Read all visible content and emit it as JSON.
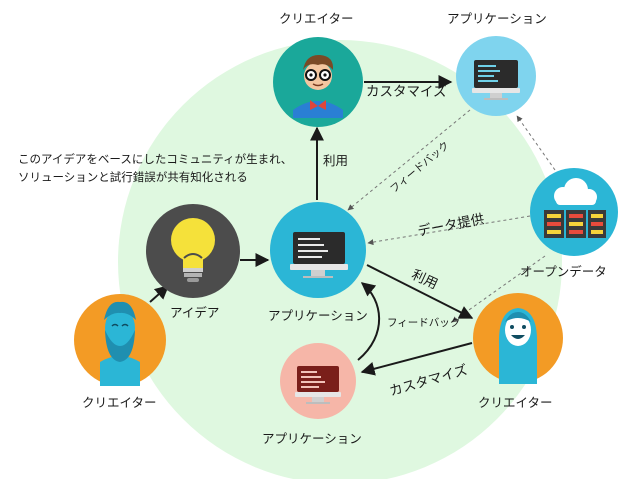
{
  "nodes": {
    "top_creator_label": "クリエイター",
    "top_app_label": "アプリケーション",
    "idea_label": "アイデア",
    "center_app_label": "アプリケーション",
    "left_creator_label": "クリエイター",
    "right_creator_label": "クリエイター",
    "bottom_app_label": "アプリケーション",
    "open_data_label": "オープンデータ"
  },
  "edges": {
    "top_customize": "カスタマイズ",
    "top_feedback": "フィードバック",
    "use_up": "利用",
    "data_provide": "データ提供",
    "use_right": "利用",
    "bottom_feedback": "フィードバック",
    "bottom_customize": "カスタマイズ"
  },
  "description": {
    "line1": "このアイデアをベースにしたコミュニティが生まれ、",
    "line2": "ソリューションと試行錯誤が共有知化される"
  },
  "colors": {
    "community_circle": "#dff8e0",
    "creator_teal": "#1aa89a",
    "app_blue": "#2bb6d6",
    "app_light_blue": "#7fd4ee",
    "idea_dark": "#4c4c4c",
    "bulb_yellow": "#f5e13a",
    "creator_orange": "#f39b25",
    "app_salmon": "#f6b6a8",
    "arrow": "#1a1a1a"
  },
  "icons": {
    "creator_top": "creator-glasses-icon",
    "app_top": "monitor-code-icon",
    "app_center": "monitor-code-icon",
    "idea": "lightbulb-icon",
    "creator_left": "creator-beard-icon",
    "creator_right": "creator-girl-icon",
    "app_bottom": "monitor-code-icon",
    "open_data": "cloud-server-icon"
  }
}
